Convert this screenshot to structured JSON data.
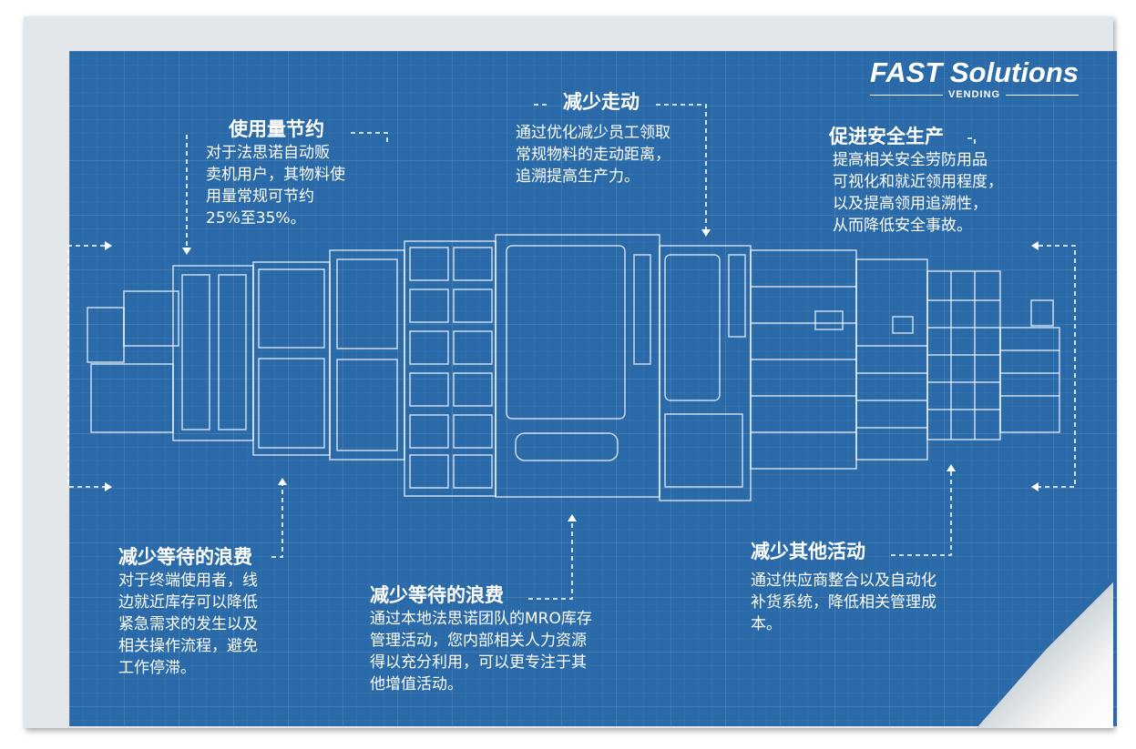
{
  "logo": {
    "name": "FAST Solutions",
    "sub": "VENDING"
  },
  "blocks": {
    "usage": {
      "title": "使用量节约",
      "lines": [
        "对于法思诺自动贩",
        "卖机用户，其物料使",
        "用量常规可节约",
        "25%至35%。"
      ]
    },
    "walking": {
      "title": "减少走动",
      "lines": [
        "通过优化减少员工领取",
        "常规物料的走动距离，",
        "追溯提高生产力。"
      ]
    },
    "safety": {
      "title": "促进安全生产",
      "lines": [
        "提高相关安全劳防用品",
        "可视化和就近领用程度，",
        "以及提高领用追溯性，",
        "从而降低安全事故。"
      ]
    },
    "waiting1": {
      "title": "减少等待的浪费",
      "lines": [
        "对于终端使用者，线",
        "边就近库存可以降低",
        "紧急需求的发生以及",
        "相关操作流程，避免",
        "工作停滞。"
      ]
    },
    "waiting2": {
      "title": "减少等待的浪费",
      "lines": [
        "通过本地法思诺团队的MRO库存",
        "管理活动，您内部相关人力资源",
        "得以充分利用，可以更专注于其",
        "他增值活动。"
      ]
    },
    "other": {
      "title": "减少其他活动",
      "lines": [
        "通过供应商整合以及自动化",
        "补货系统，降低相关管理成",
        "本。"
      ]
    }
  },
  "colors": {
    "blueprint": "#2a6aa8",
    "line": "#ffffff"
  }
}
